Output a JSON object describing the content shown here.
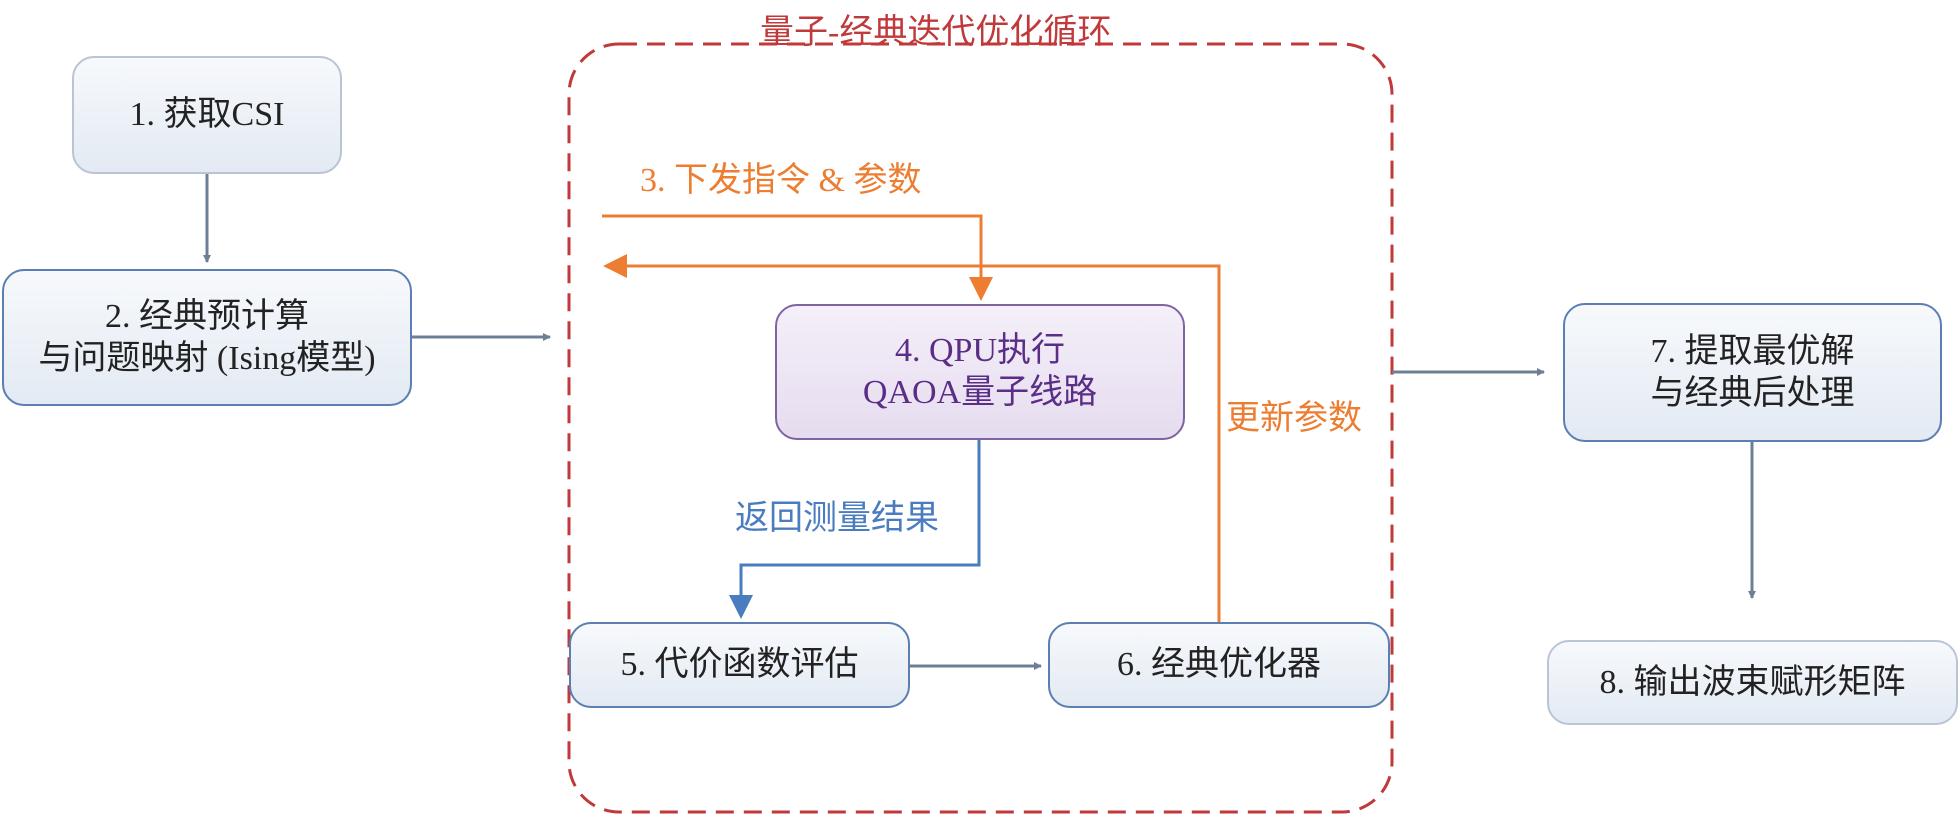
{
  "loop_title": "量子-经典迭代优化循环",
  "steps": {
    "s1": {
      "line1": "1. 获取CSI"
    },
    "s2": {
      "line1": "2. 经典预计算",
      "line2": "与问题映射 (Ising模型)"
    },
    "s4": {
      "line1": "4. QPU执行",
      "line2": "QAOA量子线路"
    },
    "s5": {
      "line1": "5. 代价函数评估"
    },
    "s6": {
      "line1": "6. 经典优化器"
    },
    "s7": {
      "line1": "7. 提取最优解",
      "line2": "与经典后处理"
    },
    "s8": {
      "line1": "8. 输出波束赋形矩阵"
    }
  },
  "edge_labels": {
    "send": "3. 下发指令 & 参数",
    "update": "更新参数",
    "return": "返回测量结果"
  },
  "colors": {
    "loop": "#c0393b",
    "orange": "#ed7d31",
    "blue": "#4a7cc0",
    "gray": "#6d7f94",
    "purple_text": "#5a2d86"
  }
}
